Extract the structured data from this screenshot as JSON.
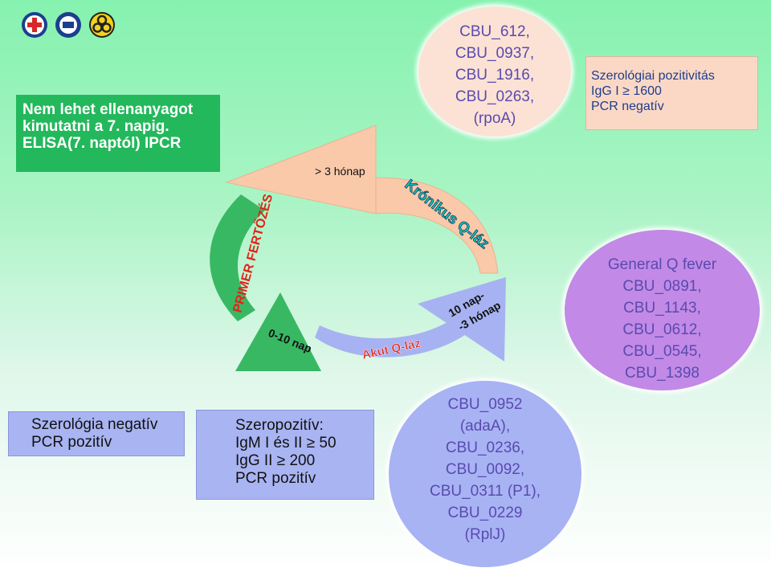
{
  "logos": [
    {
      "icon": "shield-cross-icon"
    },
    {
      "icon": "tuv-certification-icon"
    },
    {
      "icon": "biohazard-icon"
    }
  ],
  "info_boxes": {
    "green": [
      "Nem lehet ellenanyagot",
      "kimutatni a 7. napig.",
      "ELISA(7. naptól) IPCR"
    ],
    "pink": [
      "Szerológiai pozitivitás",
      "IgG I  ≥ 1600",
      "PCR negatív"
    ],
    "blue_left": [
      "Szerológia negatív",
      "PCR pozitív"
    ],
    "blue_mid": [
      "Szeropozitív:",
      "IgM I és II ≥ 50",
      "IgG II ≥ 200",
      "PCR pozitív"
    ]
  },
  "circles": {
    "top": [
      "CBU_612,",
      "CBU_0937,",
      "CBU_1916,",
      "CBU_0263,",
      "(rpoA)"
    ],
    "right": [
      "General Q fever",
      "CBU_0891,",
      "CBU_1143,",
      "CBU_0612,",
      "CBU_0545,",
      "CBU_1398"
    ],
    "bottom": [
      "CBU_0952",
      "(adaA),",
      "CBU_0236,",
      "CBU_0092,",
      "CBU_0311 (P1),",
      "CBU_0229",
      "(RplJ)"
    ]
  },
  "cycle_labels": {
    "primer": "PRIMER FERTŐZÉS",
    "chronic": "Krónikus Q-láz",
    "acute": "Akut Q-láz",
    "months3": "> 3 hónap",
    "days0_10": "0-10 nap",
    "days10_line1": "10 nap-",
    "days10_line2": "-3 hónap"
  },
  "colors": {
    "green_arrow": "#39b863",
    "peach_arrow": "#f9c9a9",
    "blue_arrow": "#a7b2f2",
    "label_red": "#e02418",
    "label_teal_fill": "#17c7c2"
  }
}
